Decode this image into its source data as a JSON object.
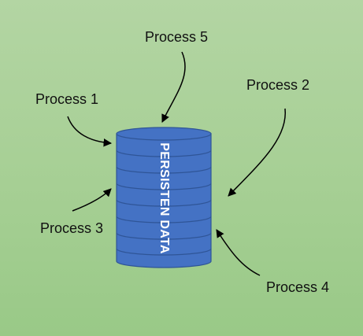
{
  "processes": [
    {
      "id": "p5",
      "label": "Process 5"
    },
    {
      "id": "p1",
      "label": "Process 1"
    },
    {
      "id": "p2",
      "label": "Process 2"
    },
    {
      "id": "p3",
      "label": "Process 3"
    },
    {
      "id": "p4",
      "label": "Process 4"
    }
  ],
  "cylinder": {
    "label": "PERSISTEN DATA",
    "fill_color": "#4472c4",
    "stroke_color": "#2f5597"
  },
  "background_color": "#a6cf94",
  "arrow_color": "#000000"
}
